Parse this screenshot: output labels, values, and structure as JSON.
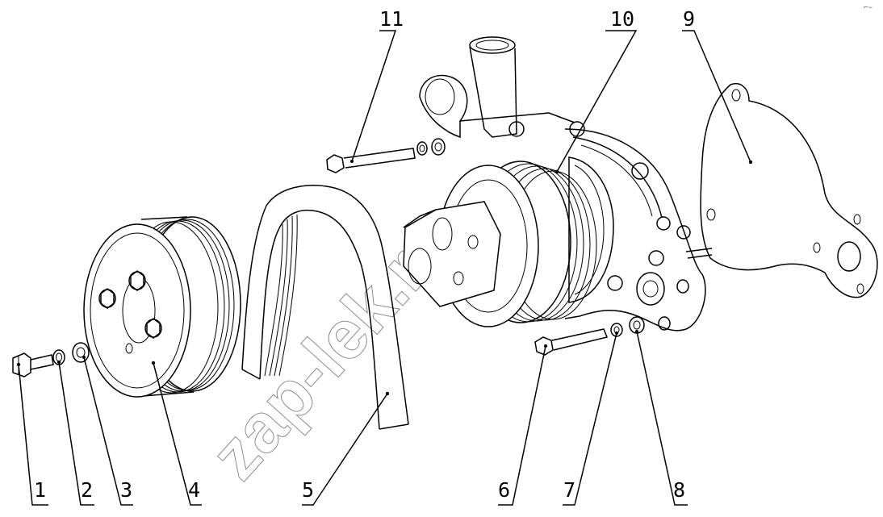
{
  "watermark": "zap-lek.ru",
  "corner_mark": "⌐−",
  "callouts": [
    {
      "id": "1",
      "label": "1"
    },
    {
      "id": "2",
      "label": "2"
    },
    {
      "id": "3",
      "label": "3"
    },
    {
      "id": "4",
      "label": "4"
    },
    {
      "id": "5",
      "label": "5"
    },
    {
      "id": "6",
      "label": "6"
    },
    {
      "id": "7",
      "label": "7"
    },
    {
      "id": "8",
      "label": "8"
    },
    {
      "id": "9",
      "label": "9"
    },
    {
      "id": "10",
      "label": "10"
    },
    {
      "id": "11",
      "label": "11"
    }
  ],
  "colors": {
    "line": "#000000",
    "background": "#ffffff"
  }
}
